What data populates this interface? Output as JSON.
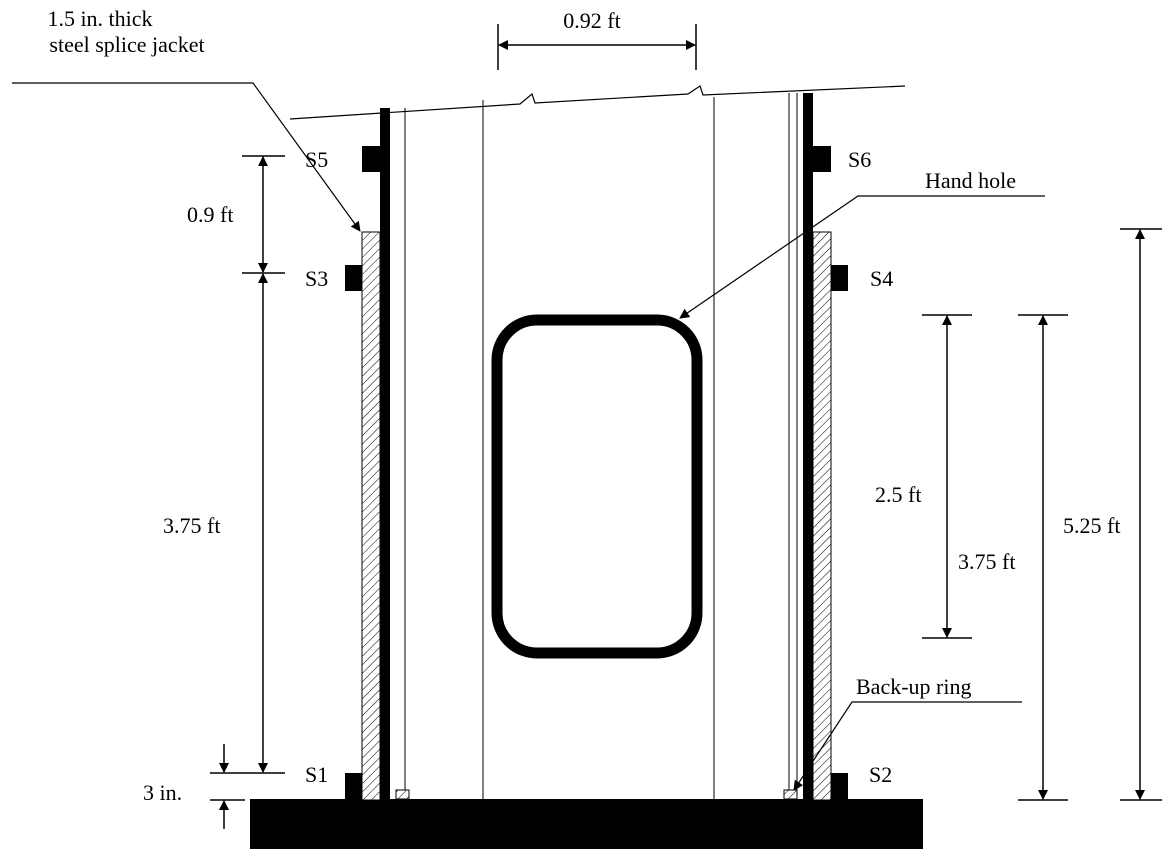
{
  "diagram": {
    "labels": {
      "jacket_line1": "1.5 in. thick",
      "jacket_line2": "steel splice jacket",
      "top_width": "0.92 ft",
      "hand_hole": "Hand hole",
      "backup_ring": "Back-up ring",
      "dim_0_9": "0.9 ft",
      "dim_3_75_left": "3.75 ft",
      "dim_3_in": "3 in.",
      "dim_2_5": "2.5 ft",
      "dim_3_75_right": "3.75 ft",
      "dim_5_25": "5.25 ft"
    },
    "gauges": {
      "s1": "S1",
      "s2": "S2",
      "s3": "S3",
      "s4": "S4",
      "s5": "S5",
      "s6": "S6"
    }
  }
}
